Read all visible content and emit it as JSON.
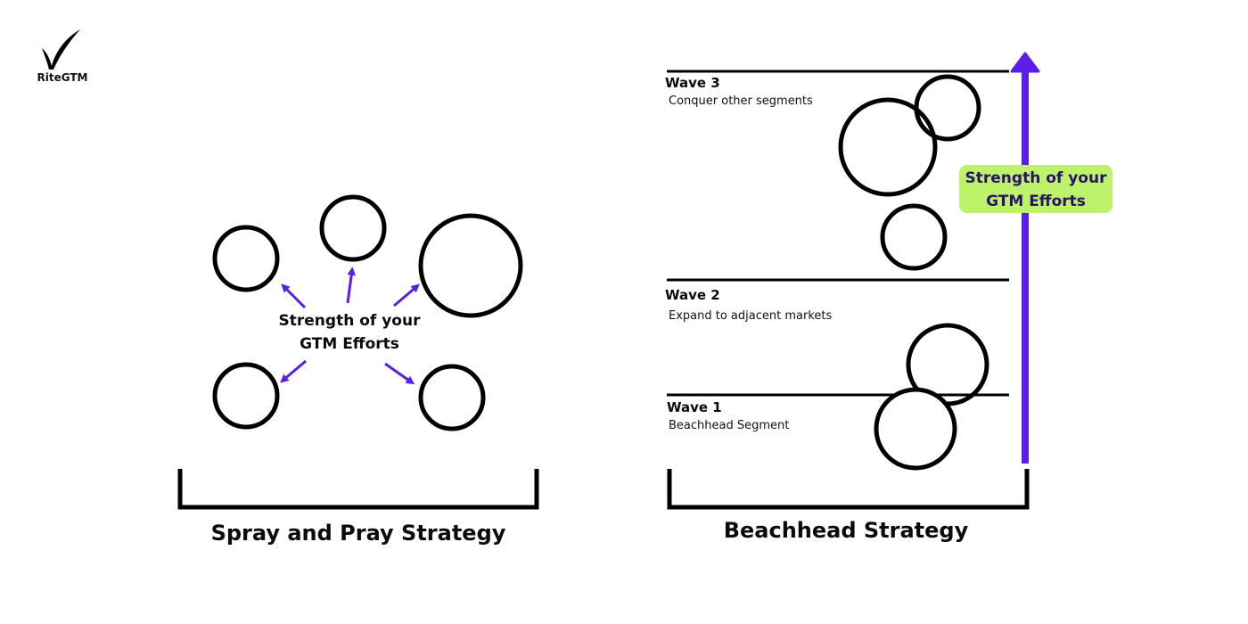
{
  "logo": {
    "text": "RiteGTM",
    "icon": "checkmark-icon"
  },
  "colors": {
    "accent_purple": "#5b1ee8",
    "highlight_green": "#bdf26a",
    "ink": "#000000"
  },
  "spray": {
    "center_label_line1": "Strength of your",
    "center_label_line2": "GTM Efforts",
    "heading": "Spray and Pray Strategy",
    "segments_count": 5
  },
  "beachhead": {
    "heading": "Beachhead Strategy",
    "strength_label_line1": "Strength of your",
    "strength_label_line2": "GTM Efforts",
    "waves": [
      {
        "title": "Wave 3",
        "subtitle": "Conquer other segments"
      },
      {
        "title": "Wave 2",
        "subtitle": "Expand to adjacent markets"
      },
      {
        "title": "Wave 1",
        "subtitle": "Beachhead Segment"
      }
    ]
  }
}
